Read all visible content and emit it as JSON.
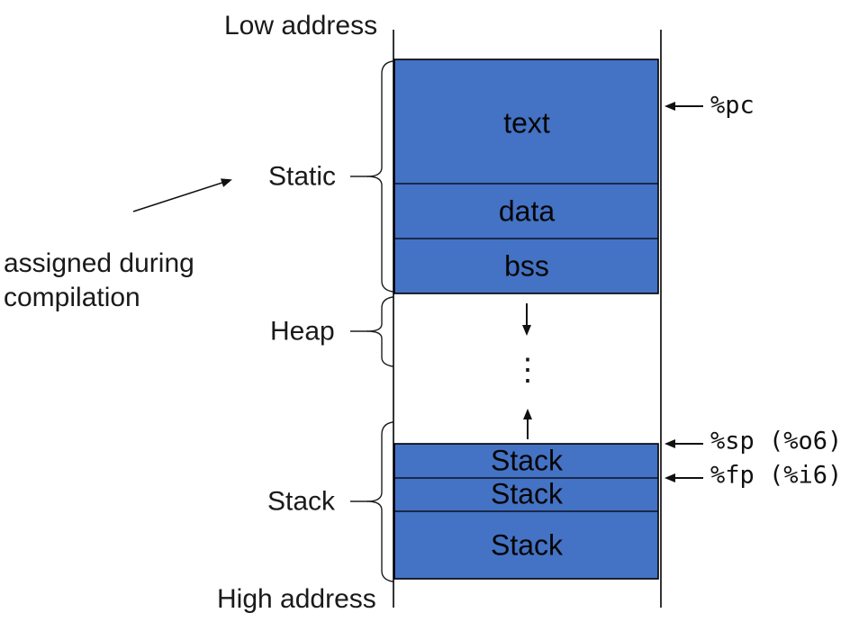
{
  "labels": {
    "low_address": "Low address",
    "high_address": "High address",
    "note": "assigned during compilation"
  },
  "groups": {
    "static": {
      "label": "Static"
    },
    "heap": {
      "label": "Heap",
      "gap_ellipsis": "⋮"
    },
    "stack": {
      "label": "Stack"
    }
  },
  "segments": {
    "text": "text",
    "data": "data",
    "bss": "bss",
    "stack1": "Stack",
    "stack2": "Stack",
    "stack3": "Stack"
  },
  "registers": {
    "pc": "%pc",
    "sp": "%sp (%o6)",
    "fp": "%fp (%i6)"
  },
  "colors": {
    "segment_fill": "#4472C4",
    "outline": "#000000",
    "text": "#1a1a1a"
  }
}
